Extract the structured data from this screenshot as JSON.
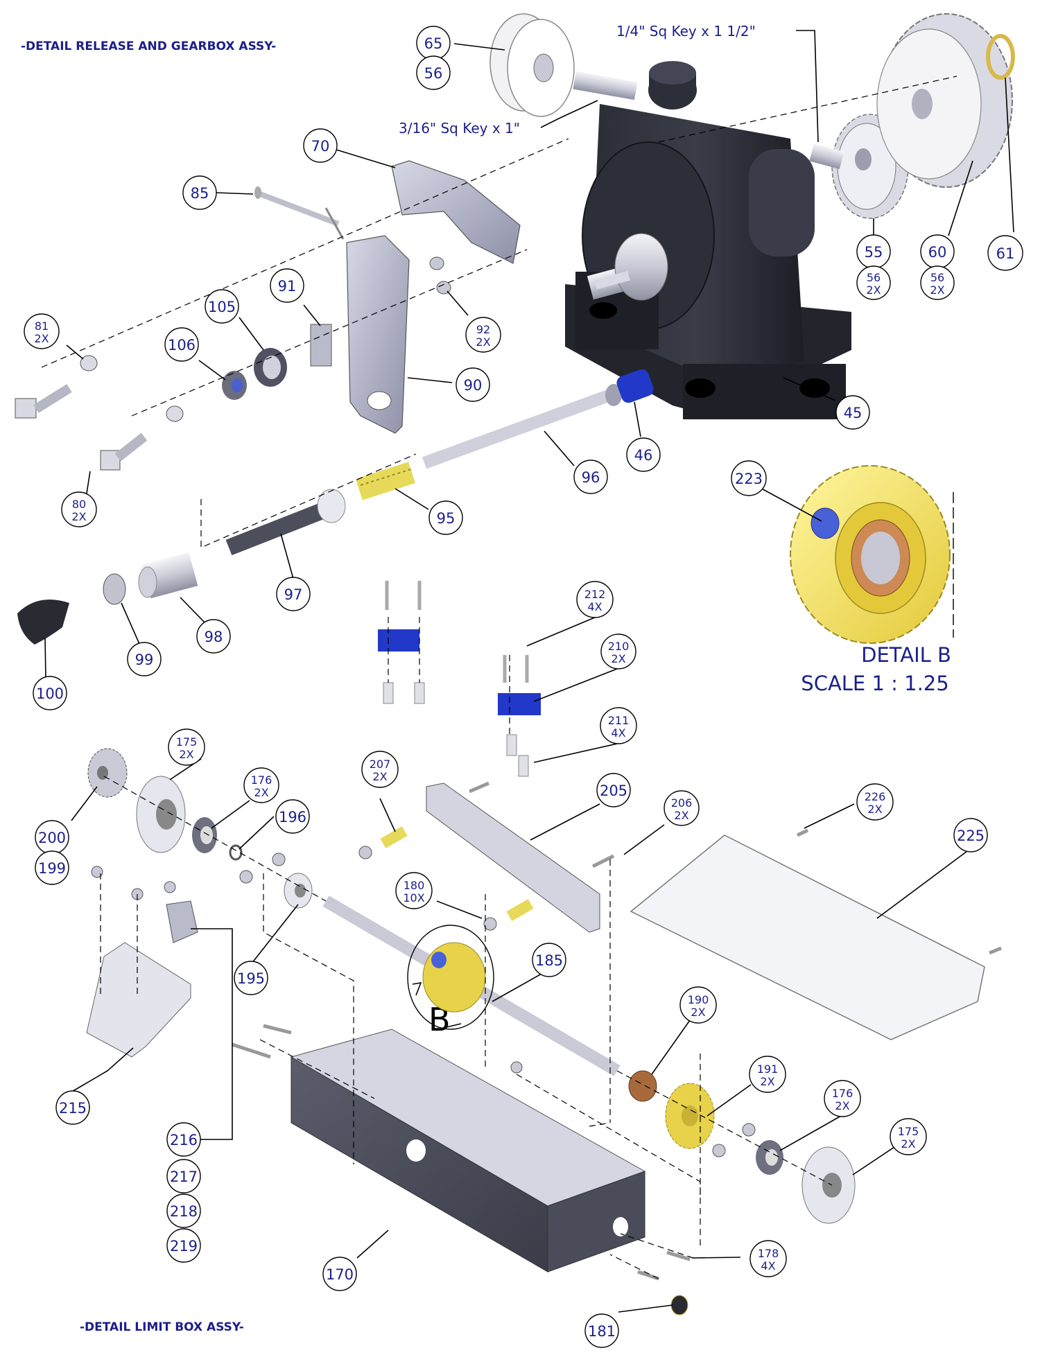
{
  "titles": {
    "release_gearbox": "-DETAIL RELEASE AND GEARBOX ASSY-",
    "limit_box": "-DETAIL LIMIT BOX  ASSY-"
  },
  "notes": {
    "key_quarter": "1/4\" Sq Key x 1 1/2\"",
    "key_three_sixteenth": "3/16\" Sq Key x 1\""
  },
  "detail_b": {
    "title": "DETAIL B",
    "scale": "SCALE 1 : 1.25",
    "callout_letter": "B"
  },
  "balloons": [
    {
      "id": "b65",
      "lines": [
        "65"
      ]
    },
    {
      "id": "b56",
      "lines": [
        "56"
      ]
    },
    {
      "id": "b70",
      "lines": [
        "70"
      ]
    },
    {
      "id": "b85",
      "lines": [
        "85"
      ]
    },
    {
      "id": "b91",
      "lines": [
        "91"
      ]
    },
    {
      "id": "b105",
      "lines": [
        "105"
      ]
    },
    {
      "id": "b106",
      "lines": [
        "106"
      ]
    },
    {
      "id": "b81",
      "lines": [
        "81",
        "2X"
      ]
    },
    {
      "id": "b92",
      "lines": [
        "92",
        "2X"
      ]
    },
    {
      "id": "b90",
      "lines": [
        "90"
      ]
    },
    {
      "id": "b55",
      "lines": [
        "55"
      ]
    },
    {
      "id": "b55s",
      "lines": [
        "56",
        "2X"
      ]
    },
    {
      "id": "b60",
      "lines": [
        "60"
      ]
    },
    {
      "id": "b60s",
      "lines": [
        "56",
        "2X"
      ]
    },
    {
      "id": "b61",
      "lines": [
        "61"
      ]
    },
    {
      "id": "b45",
      "lines": [
        "45"
      ]
    },
    {
      "id": "b46",
      "lines": [
        "46"
      ]
    },
    {
      "id": "b96",
      "lines": [
        "96"
      ]
    },
    {
      "id": "b80",
      "lines": [
        "80",
        "2X"
      ]
    },
    {
      "id": "b95",
      "lines": [
        "95"
      ]
    },
    {
      "id": "b97",
      "lines": [
        "97"
      ]
    },
    {
      "id": "b98",
      "lines": [
        "98"
      ]
    },
    {
      "id": "b99",
      "lines": [
        "99"
      ]
    },
    {
      "id": "b100",
      "lines": [
        "100"
      ]
    },
    {
      "id": "b223",
      "lines": [
        "223"
      ]
    },
    {
      "id": "b212",
      "lines": [
        "212",
        "4X"
      ]
    },
    {
      "id": "b210",
      "lines": [
        "210",
        "2X"
      ]
    },
    {
      "id": "b211",
      "lines": [
        "211",
        "4X"
      ]
    },
    {
      "id": "b175a",
      "lines": [
        "175",
        "2X"
      ]
    },
    {
      "id": "b176a",
      "lines": [
        "176",
        "2X"
      ]
    },
    {
      "id": "b196",
      "lines": [
        "196"
      ]
    },
    {
      "id": "b200",
      "lines": [
        "200"
      ]
    },
    {
      "id": "b199",
      "lines": [
        "199"
      ]
    },
    {
      "id": "b207",
      "lines": [
        "207",
        "2X"
      ]
    },
    {
      "id": "b205",
      "lines": [
        "205"
      ]
    },
    {
      "id": "b206",
      "lines": [
        "206",
        "2X"
      ]
    },
    {
      "id": "b226",
      "lines": [
        "226",
        "2X"
      ]
    },
    {
      "id": "b225",
      "lines": [
        "225"
      ]
    },
    {
      "id": "b180",
      "lines": [
        "180",
        "10X"
      ]
    },
    {
      "id": "b195",
      "lines": [
        "195"
      ]
    },
    {
      "id": "b185",
      "lines": [
        "185"
      ]
    },
    {
      "id": "b190",
      "lines": [
        "190",
        "2X"
      ]
    },
    {
      "id": "b191",
      "lines": [
        "191",
        "2X"
      ]
    },
    {
      "id": "b176b",
      "lines": [
        "176",
        "2X"
      ]
    },
    {
      "id": "b175b",
      "lines": [
        "175",
        "2X"
      ]
    },
    {
      "id": "b215",
      "lines": [
        "215"
      ]
    },
    {
      "id": "b216",
      "lines": [
        "216"
      ]
    },
    {
      "id": "b217",
      "lines": [
        "217"
      ]
    },
    {
      "id": "b218",
      "lines": [
        "218"
      ]
    },
    {
      "id": "b219",
      "lines": [
        "219"
      ]
    },
    {
      "id": "b170",
      "lines": [
        "170"
      ]
    },
    {
      "id": "b178",
      "lines": [
        "178",
        "4X"
      ]
    },
    {
      "id": "b181",
      "lines": [
        "181"
      ]
    }
  ]
}
